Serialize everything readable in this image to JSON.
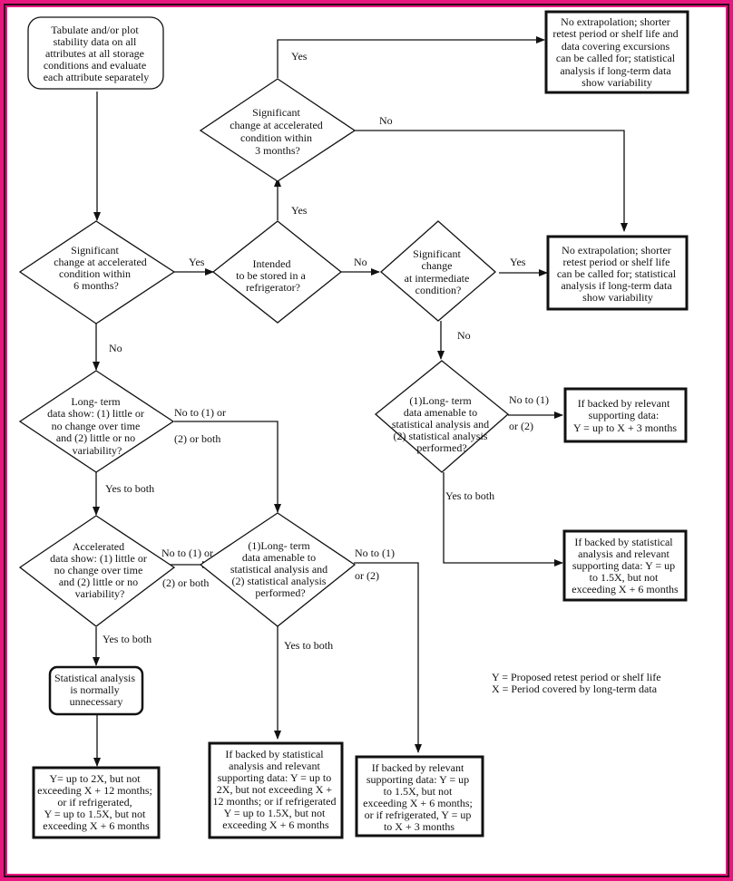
{
  "colors": {
    "frame": "#e8177f",
    "frame_dark": "#2a0a1a",
    "ink": "#111111"
  },
  "nodes": {
    "start": [
      "Tabulate and/or plot",
      "stability data on all",
      "attributes at all storage",
      "conditions and evaluate",
      "each attribute separately"
    ],
    "d_accel6": [
      "Significant",
      "change at accelerated",
      "condition within",
      "6 months?"
    ],
    "d_fridge": [
      "Intended",
      "to be stored in a",
      "refrigerator?"
    ],
    "d_accel3": [
      "Significant",
      "change at accelerated",
      "condition within",
      "3  months?"
    ],
    "box_noext_excursions": [
      "No extrapolation; shorter",
      "retest period or shelf life and",
      "data covering excursions",
      "can be called for; statistical",
      "analysis if long-term data",
      "show variability"
    ],
    "d_intermediate": [
      "Significant",
      "change",
      "at intermediate",
      "condition?"
    ],
    "box_noext": [
      "No extrapolation; shorter",
      "retest period or shelf life",
      "can be called for; statistical",
      "analysis if long-term data",
      "show variability"
    ],
    "d_longterm_show": [
      "Long- term",
      "data show: (1) little or",
      "no change over time",
      "and (2) little or no",
      "variability?"
    ],
    "d_amenable_right": [
      "(1)Long- term",
      "data amenable to",
      "statistical analysis and",
      "(2) statistical analysis",
      "performed?"
    ],
    "box_x3": [
      "If backed by relevant",
      "supporting data:",
      "Y = up to X + 3 months"
    ],
    "box_15x_right": [
      "If backed by statistical",
      "analysis and relevant",
      "supporting data: Y = up",
      "to 1.5X, but not",
      "exceeding X + 6 months"
    ],
    "d_accel_show": [
      "Accelerated",
      "data show: (1) little or",
      "no  change over time",
      "and (2) little or no",
      "variability?"
    ],
    "d_amenable_mid": [
      "(1)Long- term",
      "data amenable to",
      "statistical analysis and",
      "(2) statistical analysis",
      "performed?"
    ],
    "box_stat_unnecessary": [
      "Statistical analysis",
      "is normally",
      "unnecessary"
    ],
    "box_2x": [
      "Y= up to 2X, but not",
      "exceeding X + 12 months;",
      "or if refrigerated,",
      "Y = up to 1.5X, but not",
      "exceeding X + 6 months"
    ],
    "box_2x_stat": [
      "If backed by statistical",
      "analysis and relevant",
      "supporting data: Y = up to",
      "2X, but not exceeding X +",
      "12 months; or if refrigerated",
      "Y = up to 1.5X, but not",
      "exceeding X + 6 months"
    ],
    "box_15x_bottom": [
      "If backed by relevant",
      "supporting data: Y = up",
      "to 1.5X, but  not",
      "exceeding X + 6 months;",
      "or if refrigerated, Y = up",
      "to X + 3  months"
    ]
  },
  "edge_labels": {
    "accel3_yes": "Yes",
    "accel3_no": "No",
    "fridge_yes": "Yes",
    "accel6_yes": "Yes",
    "fridge_no": "No",
    "intermediate_yes": "Yes",
    "accel6_no": "No",
    "intermediate_no": "No",
    "amenable_right_no_a": "No to (1)",
    "amenable_right_no_b": "or (2)",
    "longterm_no_a": "No to (1) or",
    "longterm_no_b": "(2) or both",
    "longterm_yes": "Yes to both",
    "amenable_right_yes": "Yes to both",
    "accel_show_no_a": "No to (1) or",
    "accel_show_no_b": "(2) or both",
    "amenable_mid_no_a": "No to (1)",
    "amenable_mid_no_b": "or (2)",
    "accel_show_yes": "Yes to both",
    "amenable_mid_yes": "Yes to both"
  },
  "legend": {
    "y_def": "Y = Proposed retest period or shelf life",
    "x_def": "X = Period covered by long-term data"
  }
}
